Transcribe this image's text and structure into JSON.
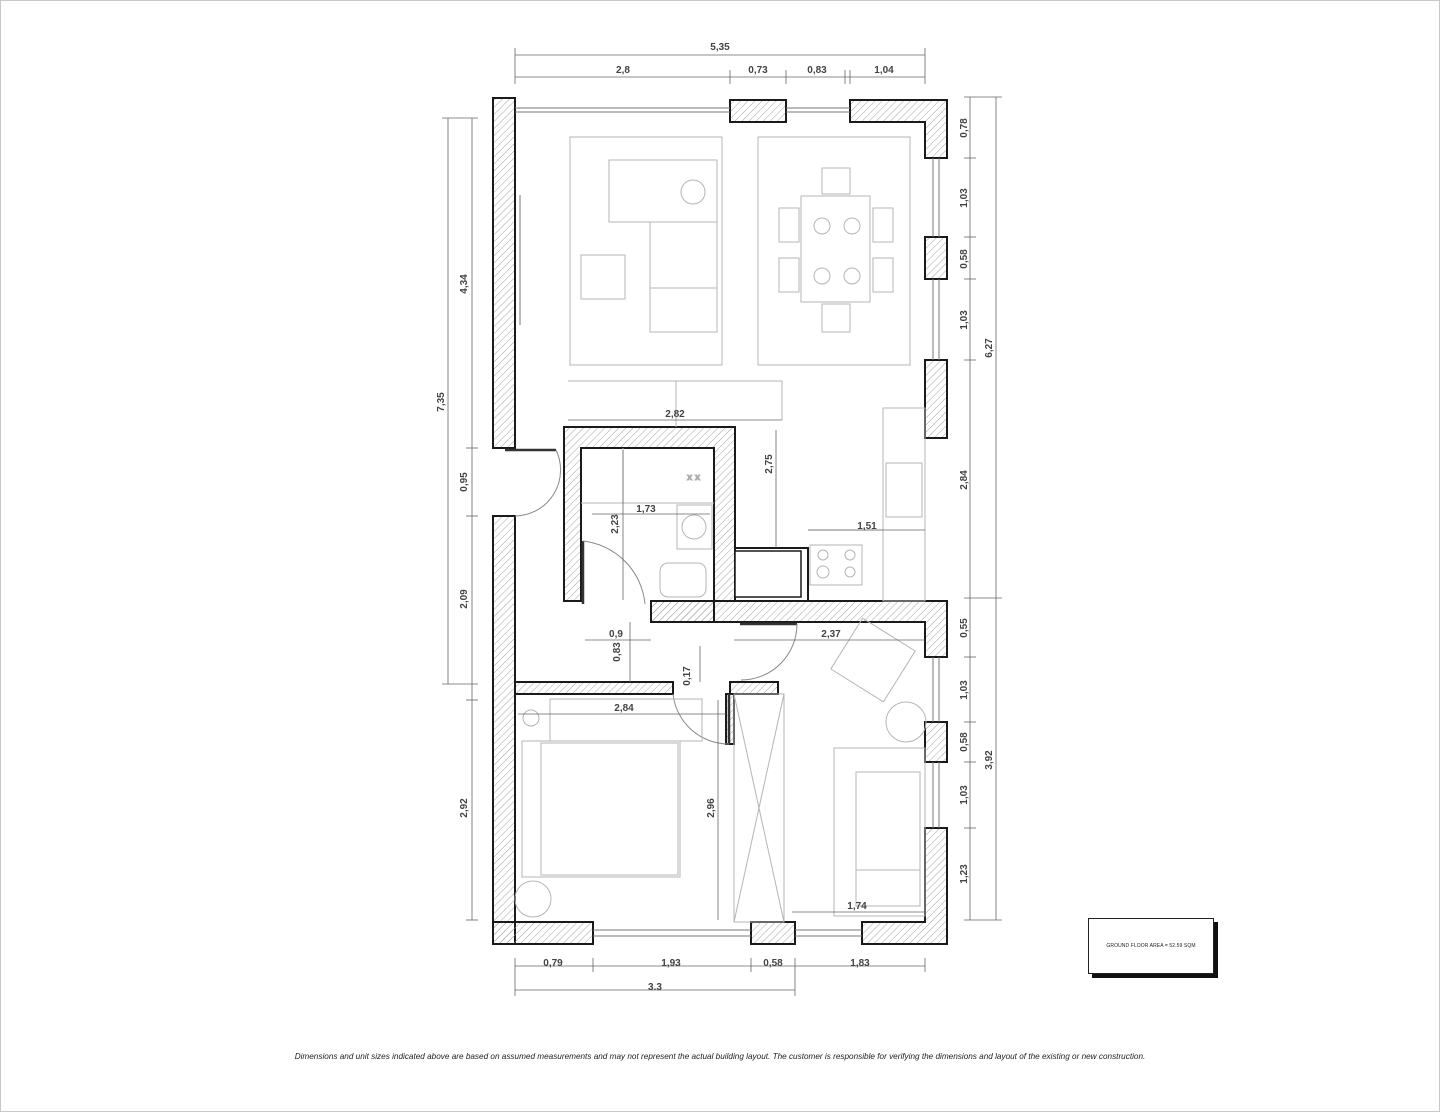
{
  "plan": {
    "dimensions": {
      "top_overall": "5,35",
      "top_segments": [
        "2,8",
        "0,73",
        "0,83",
        "1,04"
      ],
      "left_overall": "7,35",
      "left_segments": [
        "4,34",
        "0,95",
        "2,09",
        "2,92"
      ],
      "right_overall_upper": "6,27",
      "right_overall_lower": "3,92",
      "right_segments": [
        "0,78",
        "1,03",
        "0,58",
        "1,03",
        "2,84",
        "0,55",
        "1,03",
        "0,58",
        "1,03",
        "1,23"
      ],
      "bottom_segments": [
        "0,79",
        "1,93",
        "0,58",
        "1,83"
      ],
      "bottom_overall": "3.3",
      "interior": {
        "bath_width": "2,82",
        "bath_inner": "1,73",
        "bath_depth": "2,23",
        "kitchen_wall": "2,75",
        "kitchen_counter": "1,51",
        "bath_door": "0,9",
        "hall_gap": "0,83",
        "door_gap": "0,17",
        "living_low_width": "2,37",
        "bedroom_width": "2,84",
        "bedroom_depth": "2,96",
        "sofa_width": "1,74"
      }
    }
  },
  "area_label": "GROUND FLOOR AREA = 52.59 SQM",
  "disclaimer": "Dimensions and unit sizes indicated above are based on assumed measurements and may not represent the actual building layout. The customer is responsible for verifying the dimensions and layout of the existing or new construction."
}
